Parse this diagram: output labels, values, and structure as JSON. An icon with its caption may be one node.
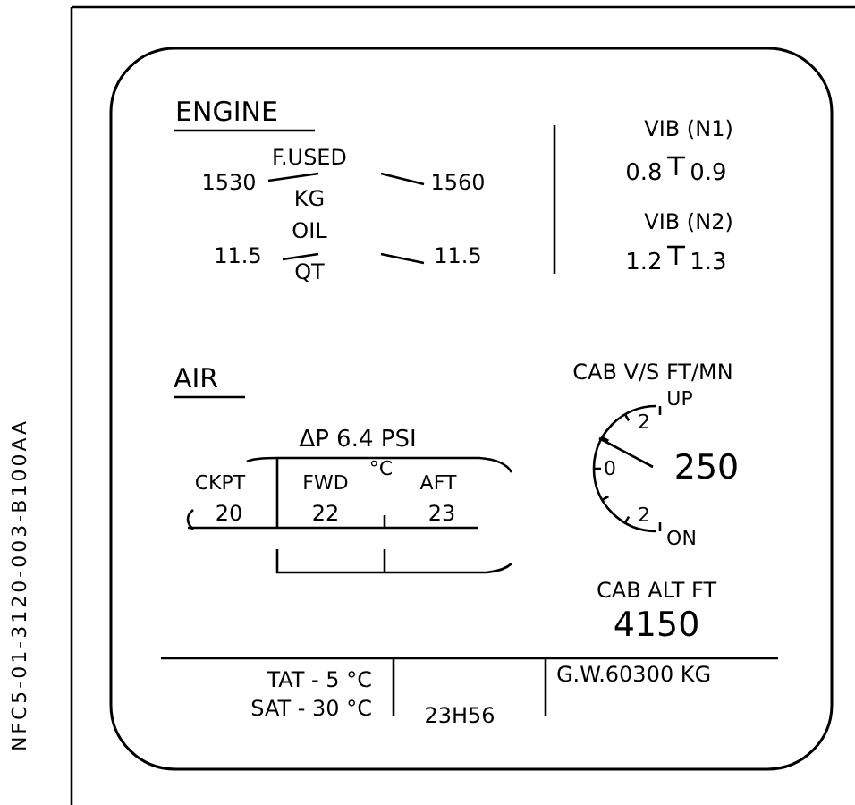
{
  "diagram": {
    "labels": [
      "ENGINE",
      "F.USED",
      "1530",
      "1560",
      "KG",
      "OIL",
      "11.5",
      "11.5",
      "QT",
      "VIB (N1)",
      "0.8",
      "0.9",
      "VIB (N2)",
      "1.2",
      "1.3",
      "AIR",
      "CAB V/S FT/MN",
      "ΔP 6.4 PSI",
      "CKPT",
      "FWD",
      "°C",
      "AFT",
      "20",
      "22",
      "23",
      "UP",
      "2",
      "0",
      "250",
      "2",
      "ON",
      "CAB ALT FT",
      "4150",
      "TAT - 5 °C",
      "SAT - 30 °C",
      "23H56",
      "G.W.60300 KG",
      "NFC5-01-3120-003-B100AA"
    ]
  }
}
